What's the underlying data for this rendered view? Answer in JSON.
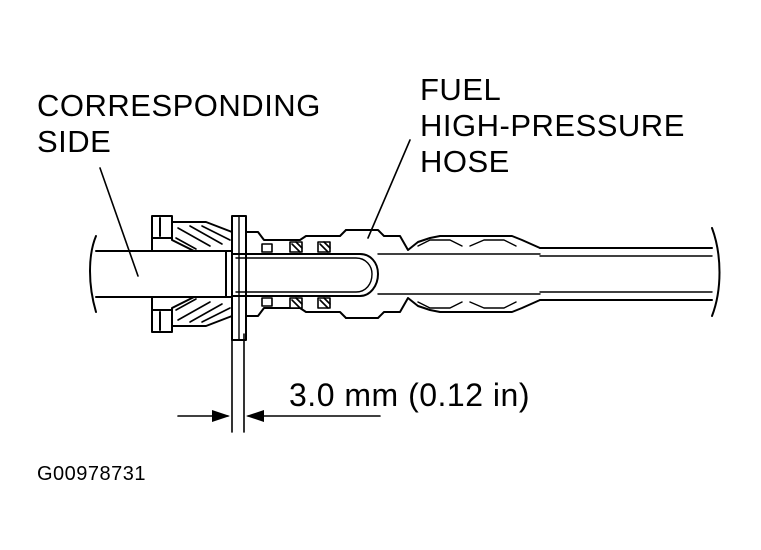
{
  "labels": {
    "corresponding_side": [
      "CORRESPONDING",
      "SIDE"
    ],
    "fuel_hose": [
      "FUEL",
      "HIGH-PRESSURE",
      "HOSE"
    ],
    "dimension": "3.0 mm (0.12 in)",
    "figure_code": "G00978731"
  },
  "colors": {
    "ink": "#000000",
    "paper": "#ffffff"
  }
}
